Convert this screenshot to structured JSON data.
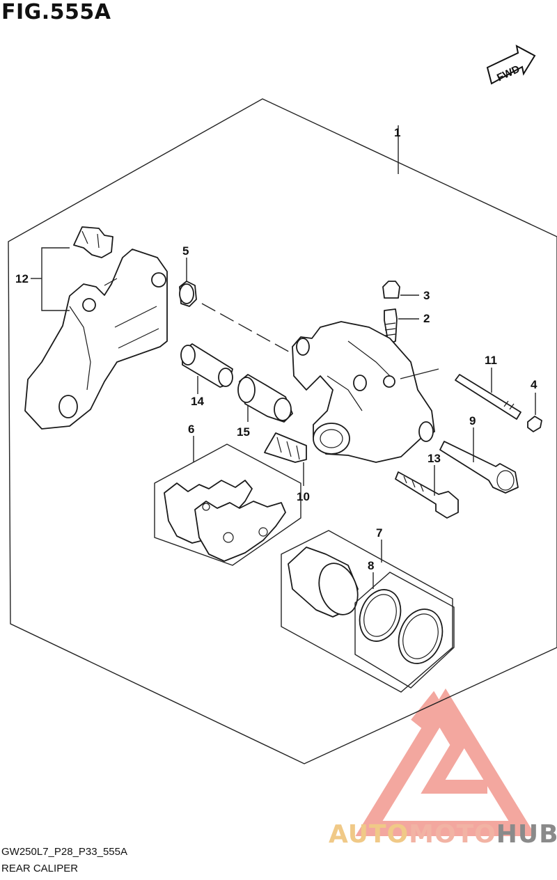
{
  "figure": {
    "title": "FIG.555A",
    "fwd_label": "FWD",
    "code": "GW250L7_P28_P33_555A",
    "name": "REAR CALIPER"
  },
  "callouts": [
    "1",
    "2",
    "3",
    "4",
    "5",
    "6",
    "7",
    "8",
    "9",
    "10",
    "11",
    "12",
    "13",
    "14",
    "15"
  ],
  "watermark": {
    "part1": "AUTO",
    "part2": "MOTO",
    "part3": "HUB",
    "colors": {
      "logo": "#f08a80",
      "auto": "#f0c987",
      "moto": "#f2b3a4",
      "hub": "#8a8a8a"
    }
  },
  "icons": [
    "fwd-arrow-icon",
    "automotohub-logo-icon"
  ]
}
